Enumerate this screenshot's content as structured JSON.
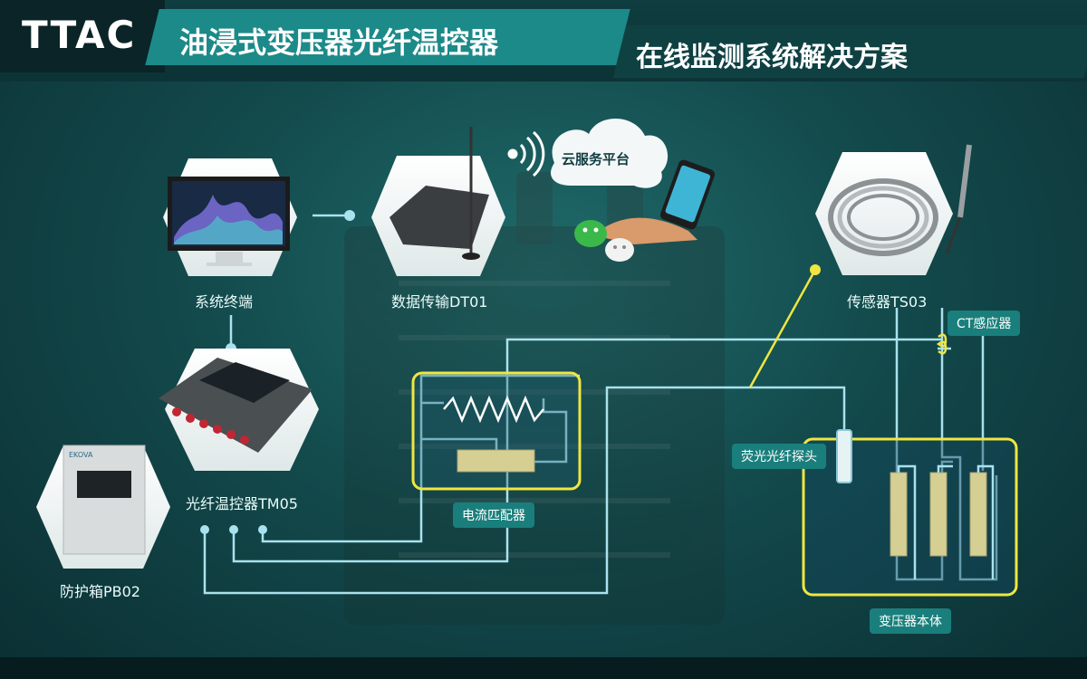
{
  "header": {
    "logo": "TTAC",
    "title": "油浸式变压器光纤温控器",
    "subtitle": "在线监测系统解决方案"
  },
  "nodes": {
    "terminal": "系统终端",
    "data_transfer": "数据传输DT01",
    "cloud": "云服务平台",
    "sensor": "传感器TS03",
    "controller": "光纤温控器TM05",
    "protect_box": "防护箱PB02"
  },
  "tags": {
    "ct_sensor": "CT感应器",
    "current_match": "电流匹配器",
    "fluor_probe": "荧光光纤探头",
    "transformer_body": "变压器本体"
  },
  "box_brand": "EKOVA",
  "colors": {
    "accent": "#1c8a89",
    "highlight": "#f0e640",
    "line": "#a9e2ee"
  }
}
